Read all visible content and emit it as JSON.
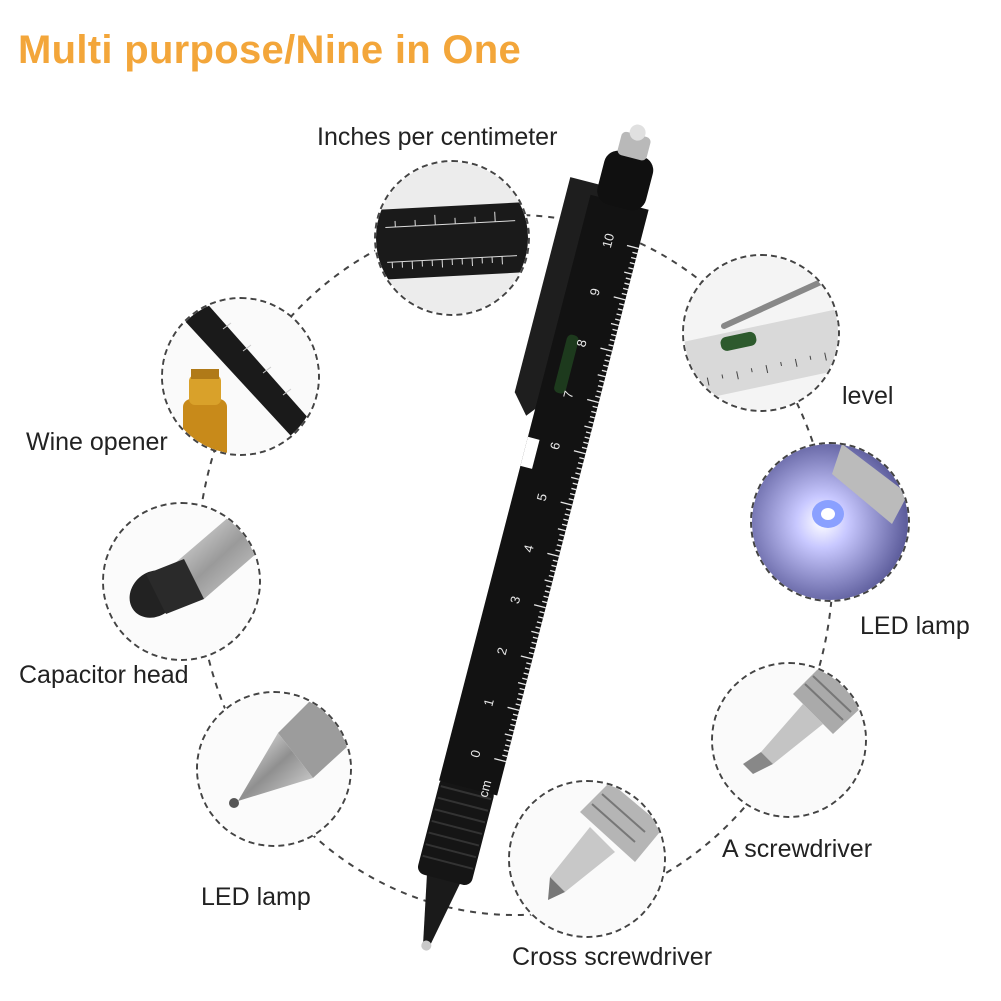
{
  "title": "Multi purpose/Nine in One",
  "features": [
    {
      "label": "Inches per centimeter"
    },
    {
      "label": "level"
    },
    {
      "label": "Wine opener"
    },
    {
      "label": "LED lamp"
    },
    {
      "label": "Capacitor head"
    },
    {
      "label": "A screwdriver"
    },
    {
      "label": "LED lamp"
    },
    {
      "label": "Cross screwdriver"
    }
  ],
  "pen_scale": [
    "0",
    "1",
    "2",
    "3",
    "4",
    "5",
    "6",
    "7",
    "8",
    "9",
    "10"
  ],
  "pen_unit": "cm",
  "colors": {
    "title": "#f3a63a",
    "pen_body": "#121212",
    "scale_text": "#e8e8e8",
    "dashed_line": "#444444"
  }
}
